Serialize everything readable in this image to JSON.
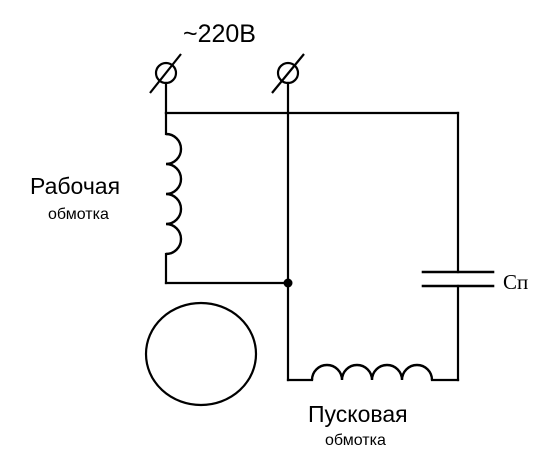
{
  "supply_label": "~220В",
  "working_winding": {
    "line1": "Рабочая",
    "line2": "обмотка"
  },
  "starting_winding": {
    "line1": "Пусковая",
    "line2": "обмотка"
  },
  "capacitor_label": "Сп"
}
